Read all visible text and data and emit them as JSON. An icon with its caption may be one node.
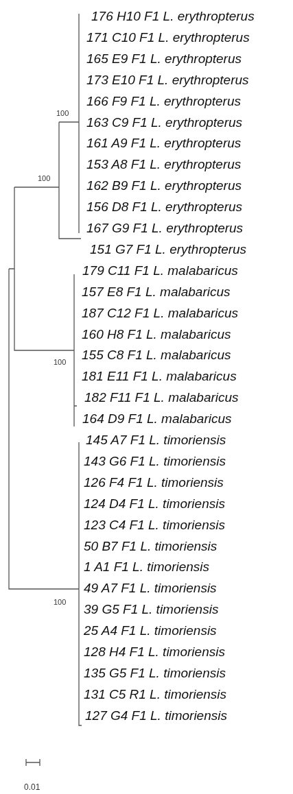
{
  "diagram": {
    "labels": [
      "176 H10 F1 L. erythropterus",
      "171 C10 F1 L. erythropterus",
      "165 E9 F1 L. erythropterus",
      "173 E10 F1 L. erythropterus",
      "166 F9 F1 L. erythropterus",
      "100",
      "163 C9 F1 L. erythropterus",
      "161 A9 F1 L. erythropterus",
      "153 A8 F1 L. erythropterus",
      "100",
      "162 B9 F1 L. erythropterus",
      "156 D8 F1 L. erythropterus",
      "167 G9 F1 L. erythropterus",
      "151 G7 F1 L. erythropterus",
      "179 C11 F1 L. malabaricus",
      "157 E8 F1 L. malabaricus",
      "187 C12 F1 L. malabaricus",
      "160 H8 F1 L. malabaricus",
      "100",
      "155 C8 F1 L. malabaricus",
      "181 E11 F1 L. malabaricus",
      "182 F11 F1 L. malabaricus",
      "164 D9 F1 L. malabaricus",
      "145 A7 F1 L. timoriensis",
      "143 G6 F1 L. timoriensis",
      "126 F4 F1 L. timoriensis",
      "124 D4 F1 L. timoriensis",
      "123 C4 F1 L. timoriensis",
      "50 B7 F1 L. timoriensis",
      "1 A1 F1 L. timoriensis",
      "100",
      "49 A7 F1 L. timoriensis",
      "39 G5 F1 L. timoriensis",
      "25 A4 F1 L. timoriensis",
      "128 H4 F1 L. timoriensis",
      "135 G5 F1 L. timoriensis",
      "131 C5 R1 L. timoriensis",
      "127 G4 F1 L. timoriensis",
      "0.01"
    ]
  }
}
